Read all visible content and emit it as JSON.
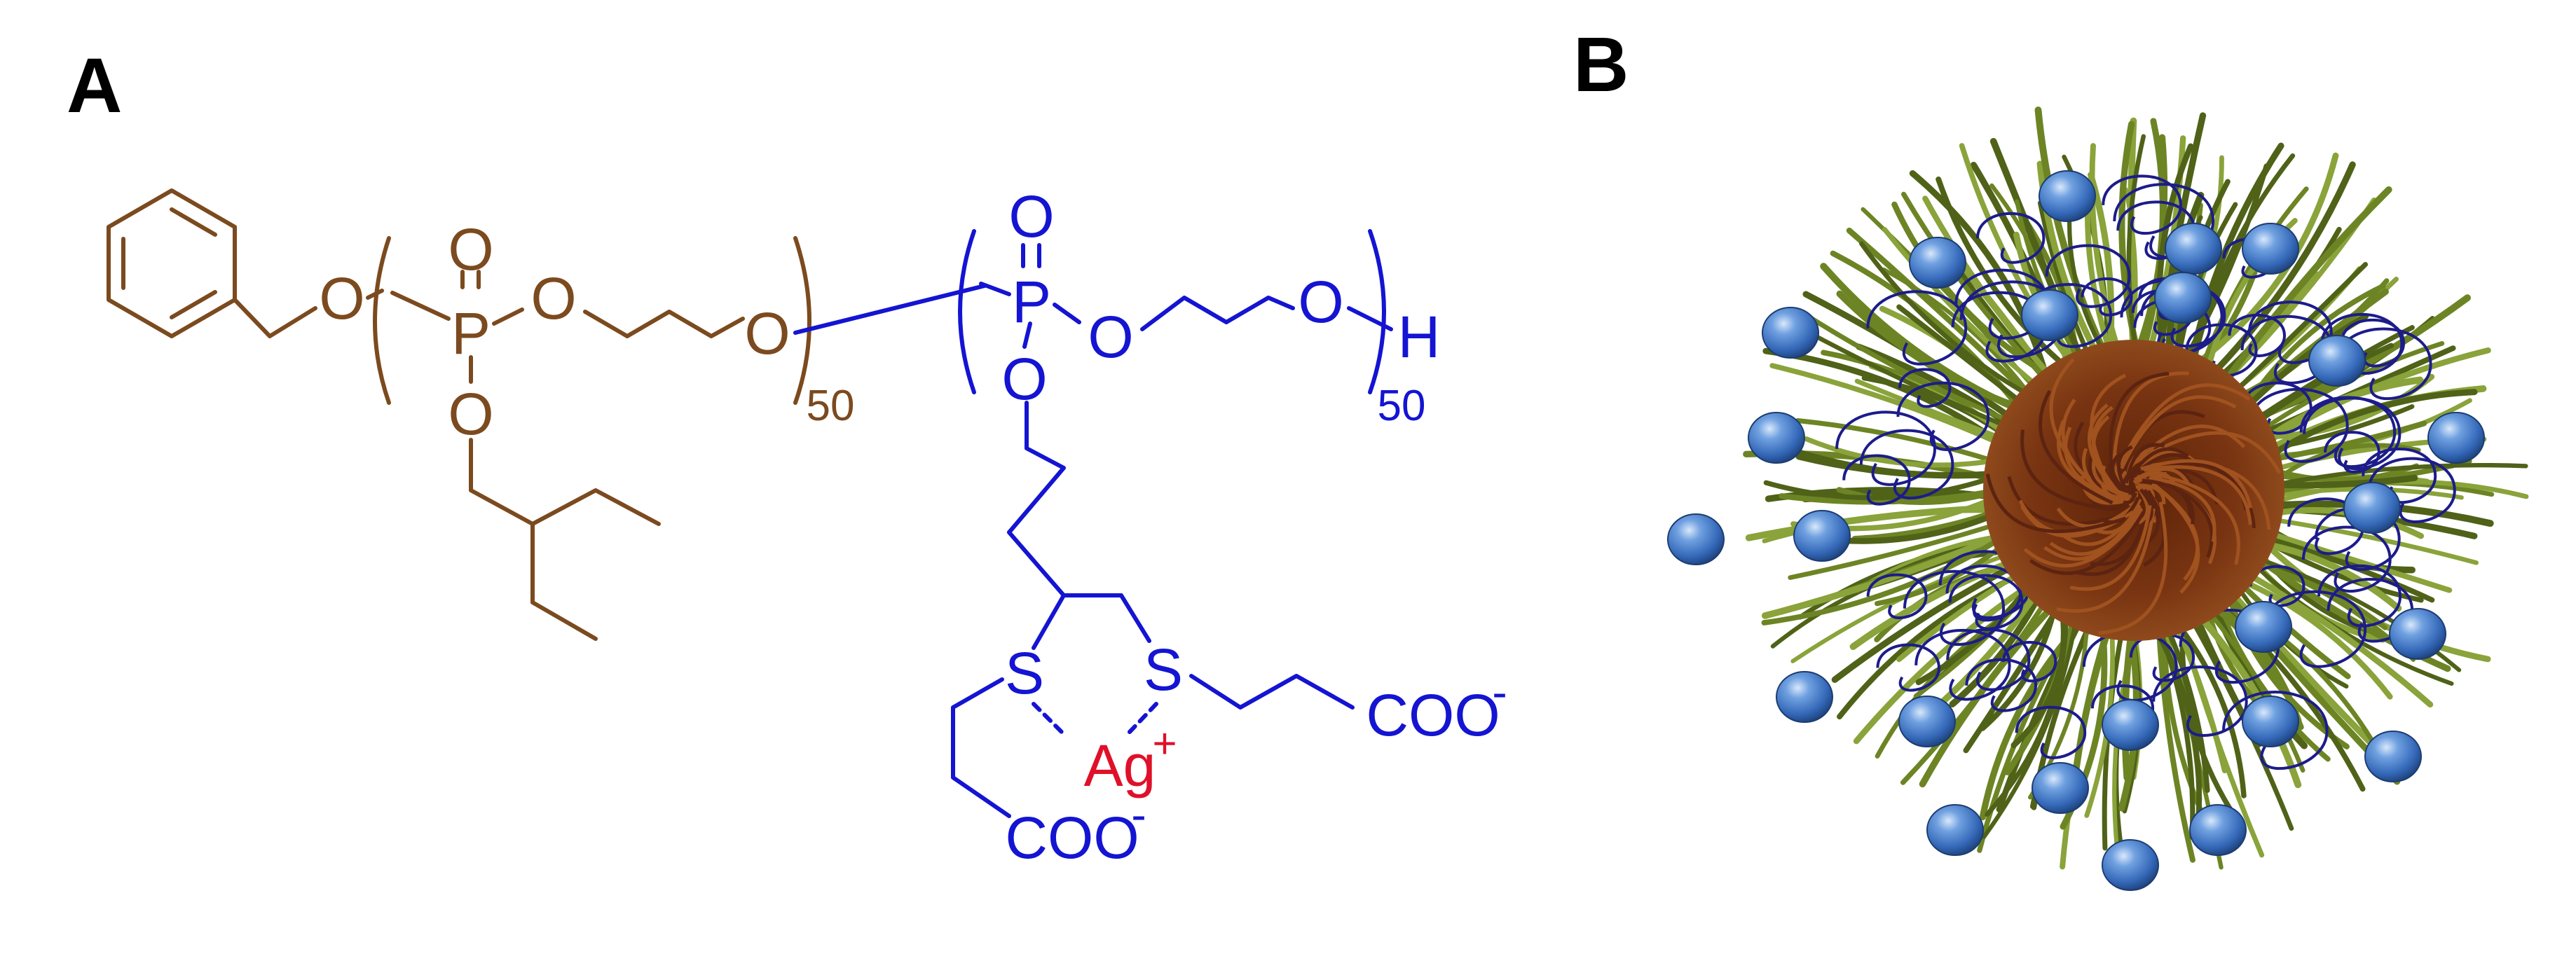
{
  "panels": {
    "a": {
      "label": "A"
    },
    "b": {
      "label": "B"
    }
  },
  "structure": {
    "atoms": {
      "o_benzyl": "O",
      "p1": "P",
      "o_p1_top": "O",
      "o_p1_right": "O",
      "o_p1_bottom": "O",
      "o_chain1_end": "O",
      "p2": "P",
      "o_p2_top": "O",
      "o_p2_right": "O",
      "o_p2_bottom": "O",
      "o_chain2_end": "O",
      "h_terminal": "H",
      "s_left": "S",
      "s_right": "S",
      "silver": "Ag",
      "silver_charge": "+",
      "carboxylate_right": "COO",
      "carboxylate_right_charge": "-",
      "carboxylate_bottom": "COO",
      "carboxylate_bottom_charge": "-"
    },
    "repeat_units": {
      "block1": "50",
      "block2": "50"
    }
  },
  "colors": {
    "hydrophobic_block": "#7b4a1e",
    "hydrophilic_block": "#1414d2",
    "silver_ion": "#e0102a",
    "micelle_core": "#6b2b0c",
    "corona_strand": "#6d8424",
    "corona_loop": "#1c1c8a",
    "bead": "#3b78c9"
  }
}
